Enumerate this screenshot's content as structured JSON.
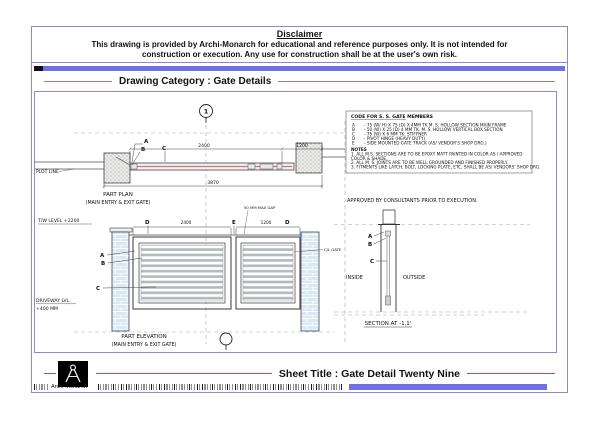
{
  "sheet": {
    "disclaimer": {
      "title": "Disclaimer",
      "line1": "This drawing is provided by Archi-Monarch for educational and reference purposes only. It is not intended for",
      "line2": "construction or execution. Any use for construction shall be at the user's own risk."
    },
    "category_label": "Drawing Category : Gate Details",
    "sheet_title_label": "Sheet Title : Gate Detail Twenty Nine",
    "brand": "Archi-Monarch",
    "colors": {
      "accent_blue": "#6f6fe6",
      "category_rule_red": "#b97575",
      "title_rule_red": "#c84b4b",
      "frame_purple": "#8a8acc",
      "brick_fill": "#d9e9f3",
      "plan_leaf_pink": "#c9797c"
    }
  },
  "drawing": {
    "marker": "1",
    "plan": {
      "caption_line1": "PART PLAN",
      "caption_line2": "(MAIN ENTRY & EXIT GATE)",
      "plot_line_label": "PLOT LINE",
      "dim_left": "2400",
      "dim_right": "1200",
      "dim_total": "3870",
      "label_a": "A",
      "label_b": "B",
      "label_c": "C"
    },
    "elevation": {
      "caption_line1": "PART ELEVATION",
      "caption_line2": "(MAIN ENTRY & EXIT GATE)",
      "tw_level": "T/W LEVEL +2200",
      "driveway_line1": "DRIVEWAY LVL.",
      "driveway_line2": "+400 MM",
      "dim_left": "2400",
      "dim_right": "1200",
      "label_a": "A",
      "label_b": "B",
      "label_c": "C",
      "label_d": "D",
      "label_e": "E",
      "label_d2": "D",
      "gap_note": "50 MM MAX GAP",
      "cl_note": "C/L GATE"
    },
    "section": {
      "caption": "SECTION AT -1,1'",
      "inside_label": "INSIDE",
      "outside_label": "OUTSIDE",
      "label_a": "A",
      "label_b": "B",
      "label_c": "C"
    },
    "code_box": {
      "title": "CODE FOR S. S. GATE MEMBERS",
      "items": [
        {
          "key": "A",
          "text": "- 75 (W/ H) X 75 (D) X 4MM TK M. S. HOLLOW SECTION MAIN FRAME"
        },
        {
          "key": "B",
          "text": "- 50 (W) X 25 (D) 4 MM TK. M. S. HOLLOW VERTICAL BOX SECTION"
        },
        {
          "key": "C",
          "text": "- 75 (W) X 6 MM TK. STIFFNER"
        },
        {
          "key": "D",
          "text": "- PIVOT HINGE (HEAVY DUTY)"
        },
        {
          "key": "E",
          "text": "- SIDE MOUNTED GATE TRACK (AS/ VENDOR'S SHOP DRG.)"
        }
      ],
      "notes_title": "NOTES",
      "note_lines": [
        "1. ALL M.S. SECTIONS ARE TO BE EPOXY MATT PAINTED IN COLOR AS / APPROVED",
        "COLOR & SHADE.",
        "2. ALL M. S. JOINTS ARE TO BE WELL GROUNDED AND FINISHED PROPERLY.",
        "3. FITMENTS LIKE LATCH, BOLT, LOCKING PLATE, ETC. SHALL BE AS/ VENDORS' SHOP DRG."
      ]
    },
    "approval_note": "APPROVED BY CONSULTANTS PRIOR TO EXECUTION."
  }
}
